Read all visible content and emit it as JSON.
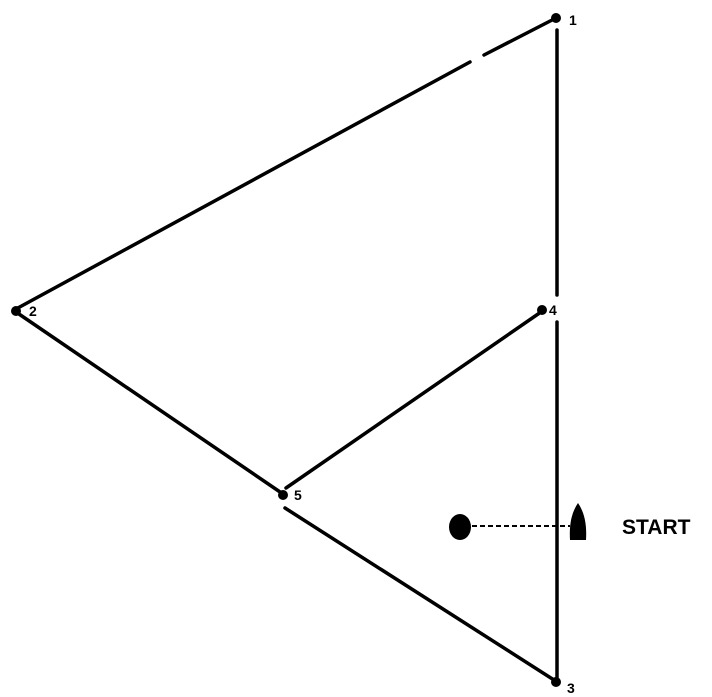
{
  "diagram": {
    "nodes": [
      {
        "id": "1",
        "label": "1"
      },
      {
        "id": "2",
        "label": "2"
      },
      {
        "id": "3",
        "label": "3"
      },
      {
        "id": "4",
        "label": "4"
      },
      {
        "id": "5",
        "label": "5"
      }
    ],
    "edges": [
      {
        "from": "1",
        "to": "2"
      },
      {
        "from": "2",
        "to": "5"
      },
      {
        "from": "5",
        "to": "3"
      },
      {
        "from": "5",
        "to": "4"
      },
      {
        "from": "1",
        "to": "4"
      },
      {
        "from": "4",
        "to": "3"
      }
    ],
    "start": {
      "label": "START",
      "icons": [
        "committee-boat-icon",
        "pin-end-buoy-icon"
      ]
    },
    "colors": {
      "line": "#000000",
      "background": "#ffffff"
    }
  }
}
